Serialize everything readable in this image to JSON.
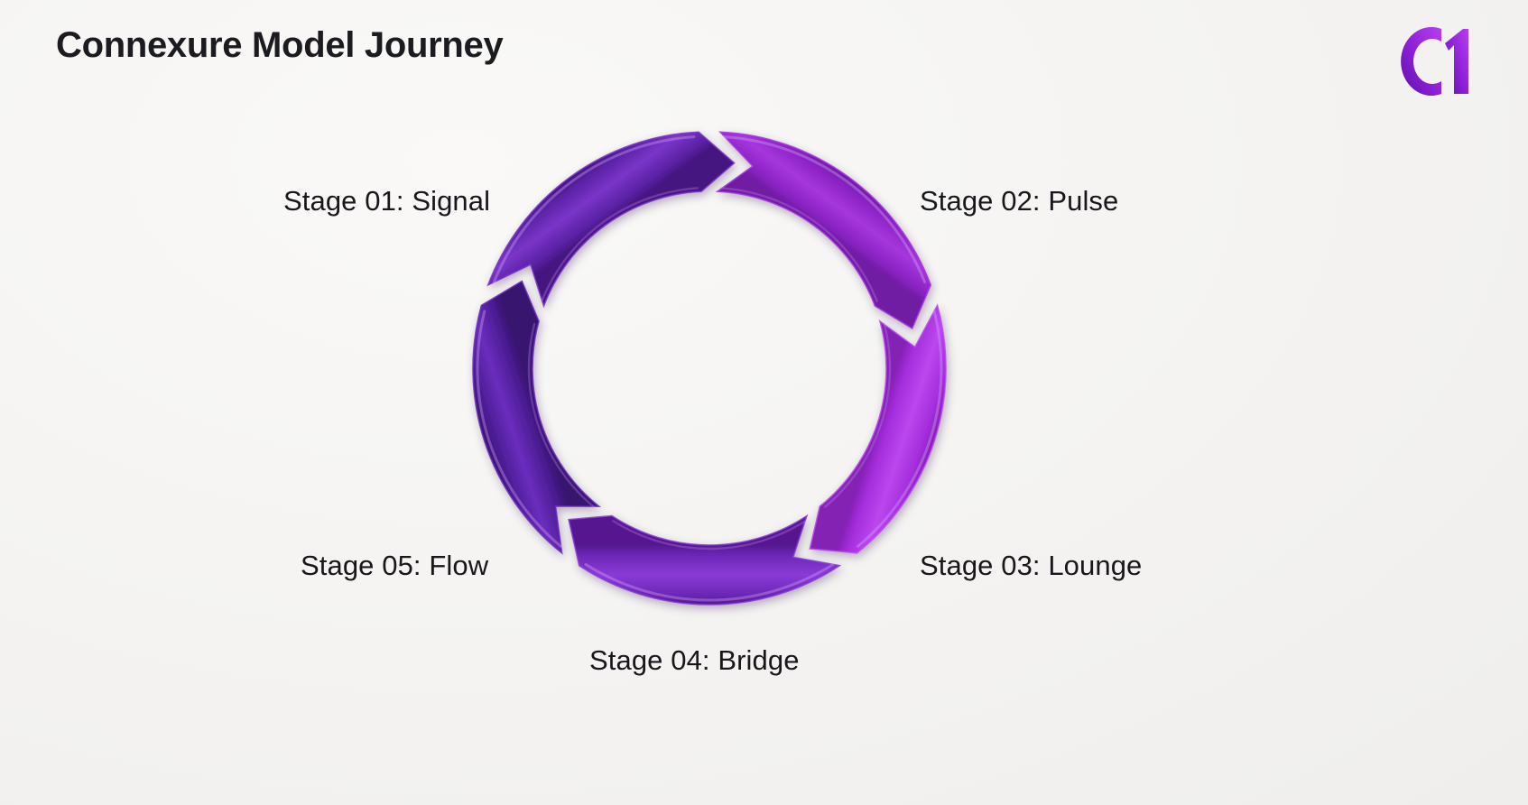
{
  "page": {
    "title": "Connexure Model Journey",
    "background_color": "#f4f3f1",
    "text_color": "#17171c"
  },
  "logo": {
    "name": "c1-logo",
    "text": "C1",
    "color_start": "#7a1fd0",
    "color_end": "#b033e8"
  },
  "chart_data": {
    "type": "pie",
    "title": "Connexure Model Journey",
    "subtype": "donut-cycle",
    "legend_position": "around-segments",
    "grid": false,
    "categories": [
      "Stage 01: Signal",
      "Stage 02: Pulse",
      "Stage 03: Lounge",
      "Stage 04: Bridge",
      "Stage 05: Flow"
    ],
    "values": [
      20,
      20,
      20,
      20,
      20
    ],
    "segments": [
      {
        "index": 1,
        "stage_number": "01",
        "stage_name": "Signal",
        "label": "Stage 01: Signal",
        "value": 20,
        "start_angle": -90,
        "end_angle": -18,
        "color": "#8b23c4",
        "color_light": "#a636dd",
        "color_dark": "#6f1ba3",
        "label_position": "upper-left"
      },
      {
        "index": 2,
        "stage_number": "02",
        "stage_name": "Pulse",
        "label": "Stage 02: Pulse",
        "value": 20,
        "start_angle": -18,
        "end_angle": 54,
        "color": "#a42ddc",
        "color_light": "#bb47ee",
        "color_dark": "#8420b4",
        "label_position": "upper-right"
      },
      {
        "index": 3,
        "stage_number": "03",
        "stage_name": "Lounge",
        "label": "Stage 03: Lounge",
        "value": 20,
        "start_angle": 54,
        "end_angle": 126,
        "color": "#6d28b8",
        "color_light": "#8a3ad6",
        "color_dark": "#54198f",
        "label_position": "lower-right"
      },
      {
        "index": 4,
        "stage_number": "04",
        "stage_name": "Bridge",
        "label": "Stage 04: Bridge",
        "value": 20,
        "start_angle": 126,
        "end_angle": 198,
        "color": "#4c1d95",
        "color_light": "#6b2dbd",
        "color_dark": "#391370",
        "label_position": "bottom-center"
      },
      {
        "index": 5,
        "stage_number": "05",
        "stage_name": "Flow",
        "label": "Stage 05: Flow",
        "value": 20,
        "start_angle": 198,
        "end_angle": 270,
        "color": "#5b22a6",
        "color_light": "#7a35c8",
        "color_dark": "#45157f",
        "label_position": "lower-left"
      }
    ]
  }
}
